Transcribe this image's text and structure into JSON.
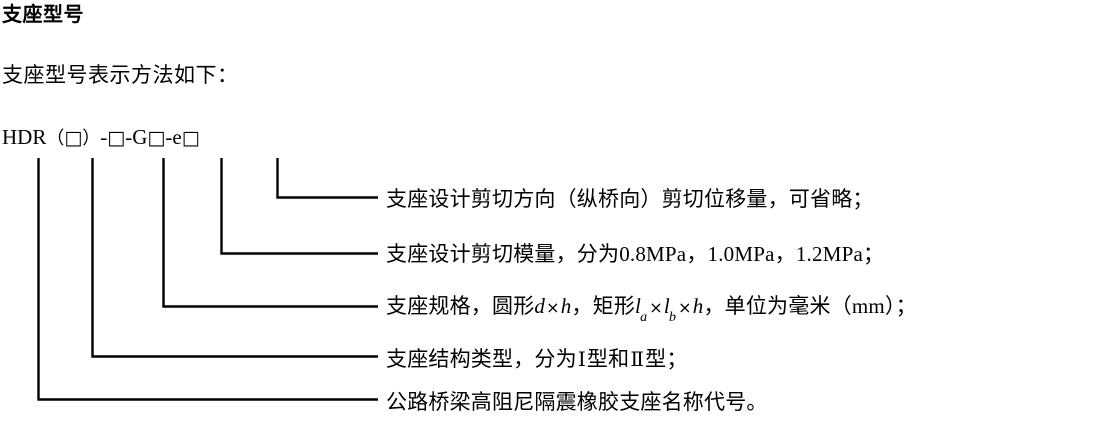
{
  "document": {
    "title": "支座型号",
    "intro": "支座型号表示方法如下：",
    "designation": {
      "full_code": "HDR（□）-□-G□-e□",
      "prefix": "HDR",
      "paren_open": "（",
      "box": "□",
      "paren_close": "）",
      "dash": "-",
      "letter_g": "G",
      "letter_e": "e"
    },
    "descriptions": [
      {
        "id": "shear-displacement",
        "text": "支座设计剪切方向（纵桥向）剪切位移量，可省略；",
        "leader_source": "e□"
      },
      {
        "id": "shear-modulus",
        "text": "支座设计剪切模量，分为0.8MPa，1.0MPa，1.2MPa；",
        "leader_source": "G□",
        "values": [
          "0.8MPa",
          "1.0MPa",
          "1.2MPa"
        ]
      },
      {
        "id": "bearing-specification",
        "prefix": "支座规格，圆形",
        "circular_formula": {
          "d": "d",
          "times": "×",
          "h": "h"
        },
        "middle": "，矩形",
        "rect_formula": {
          "l": "l",
          "sub_a": "a",
          "times1": "×",
          "l2": "l",
          "sub_b": "b",
          "times2": "×",
          "h": "h"
        },
        "suffix": "，单位为毫米（mm）；",
        "leader_source": "□ (第三位)"
      },
      {
        "id": "structure-type",
        "prefix": "支座结构类型，分为",
        "type_1": "Ⅰ",
        "mid": "型和",
        "type_2": "Ⅱ",
        "suffix": "型；",
        "leader_source": "（□）"
      },
      {
        "id": "product-name-code",
        "text": "公路桥梁高阻尼隔震橡胶支座名称代号。",
        "leader_source": "HDR"
      }
    ]
  },
  "style": {
    "ink": "#000000",
    "paper": "#ffffff",
    "line_width": "2"
  }
}
